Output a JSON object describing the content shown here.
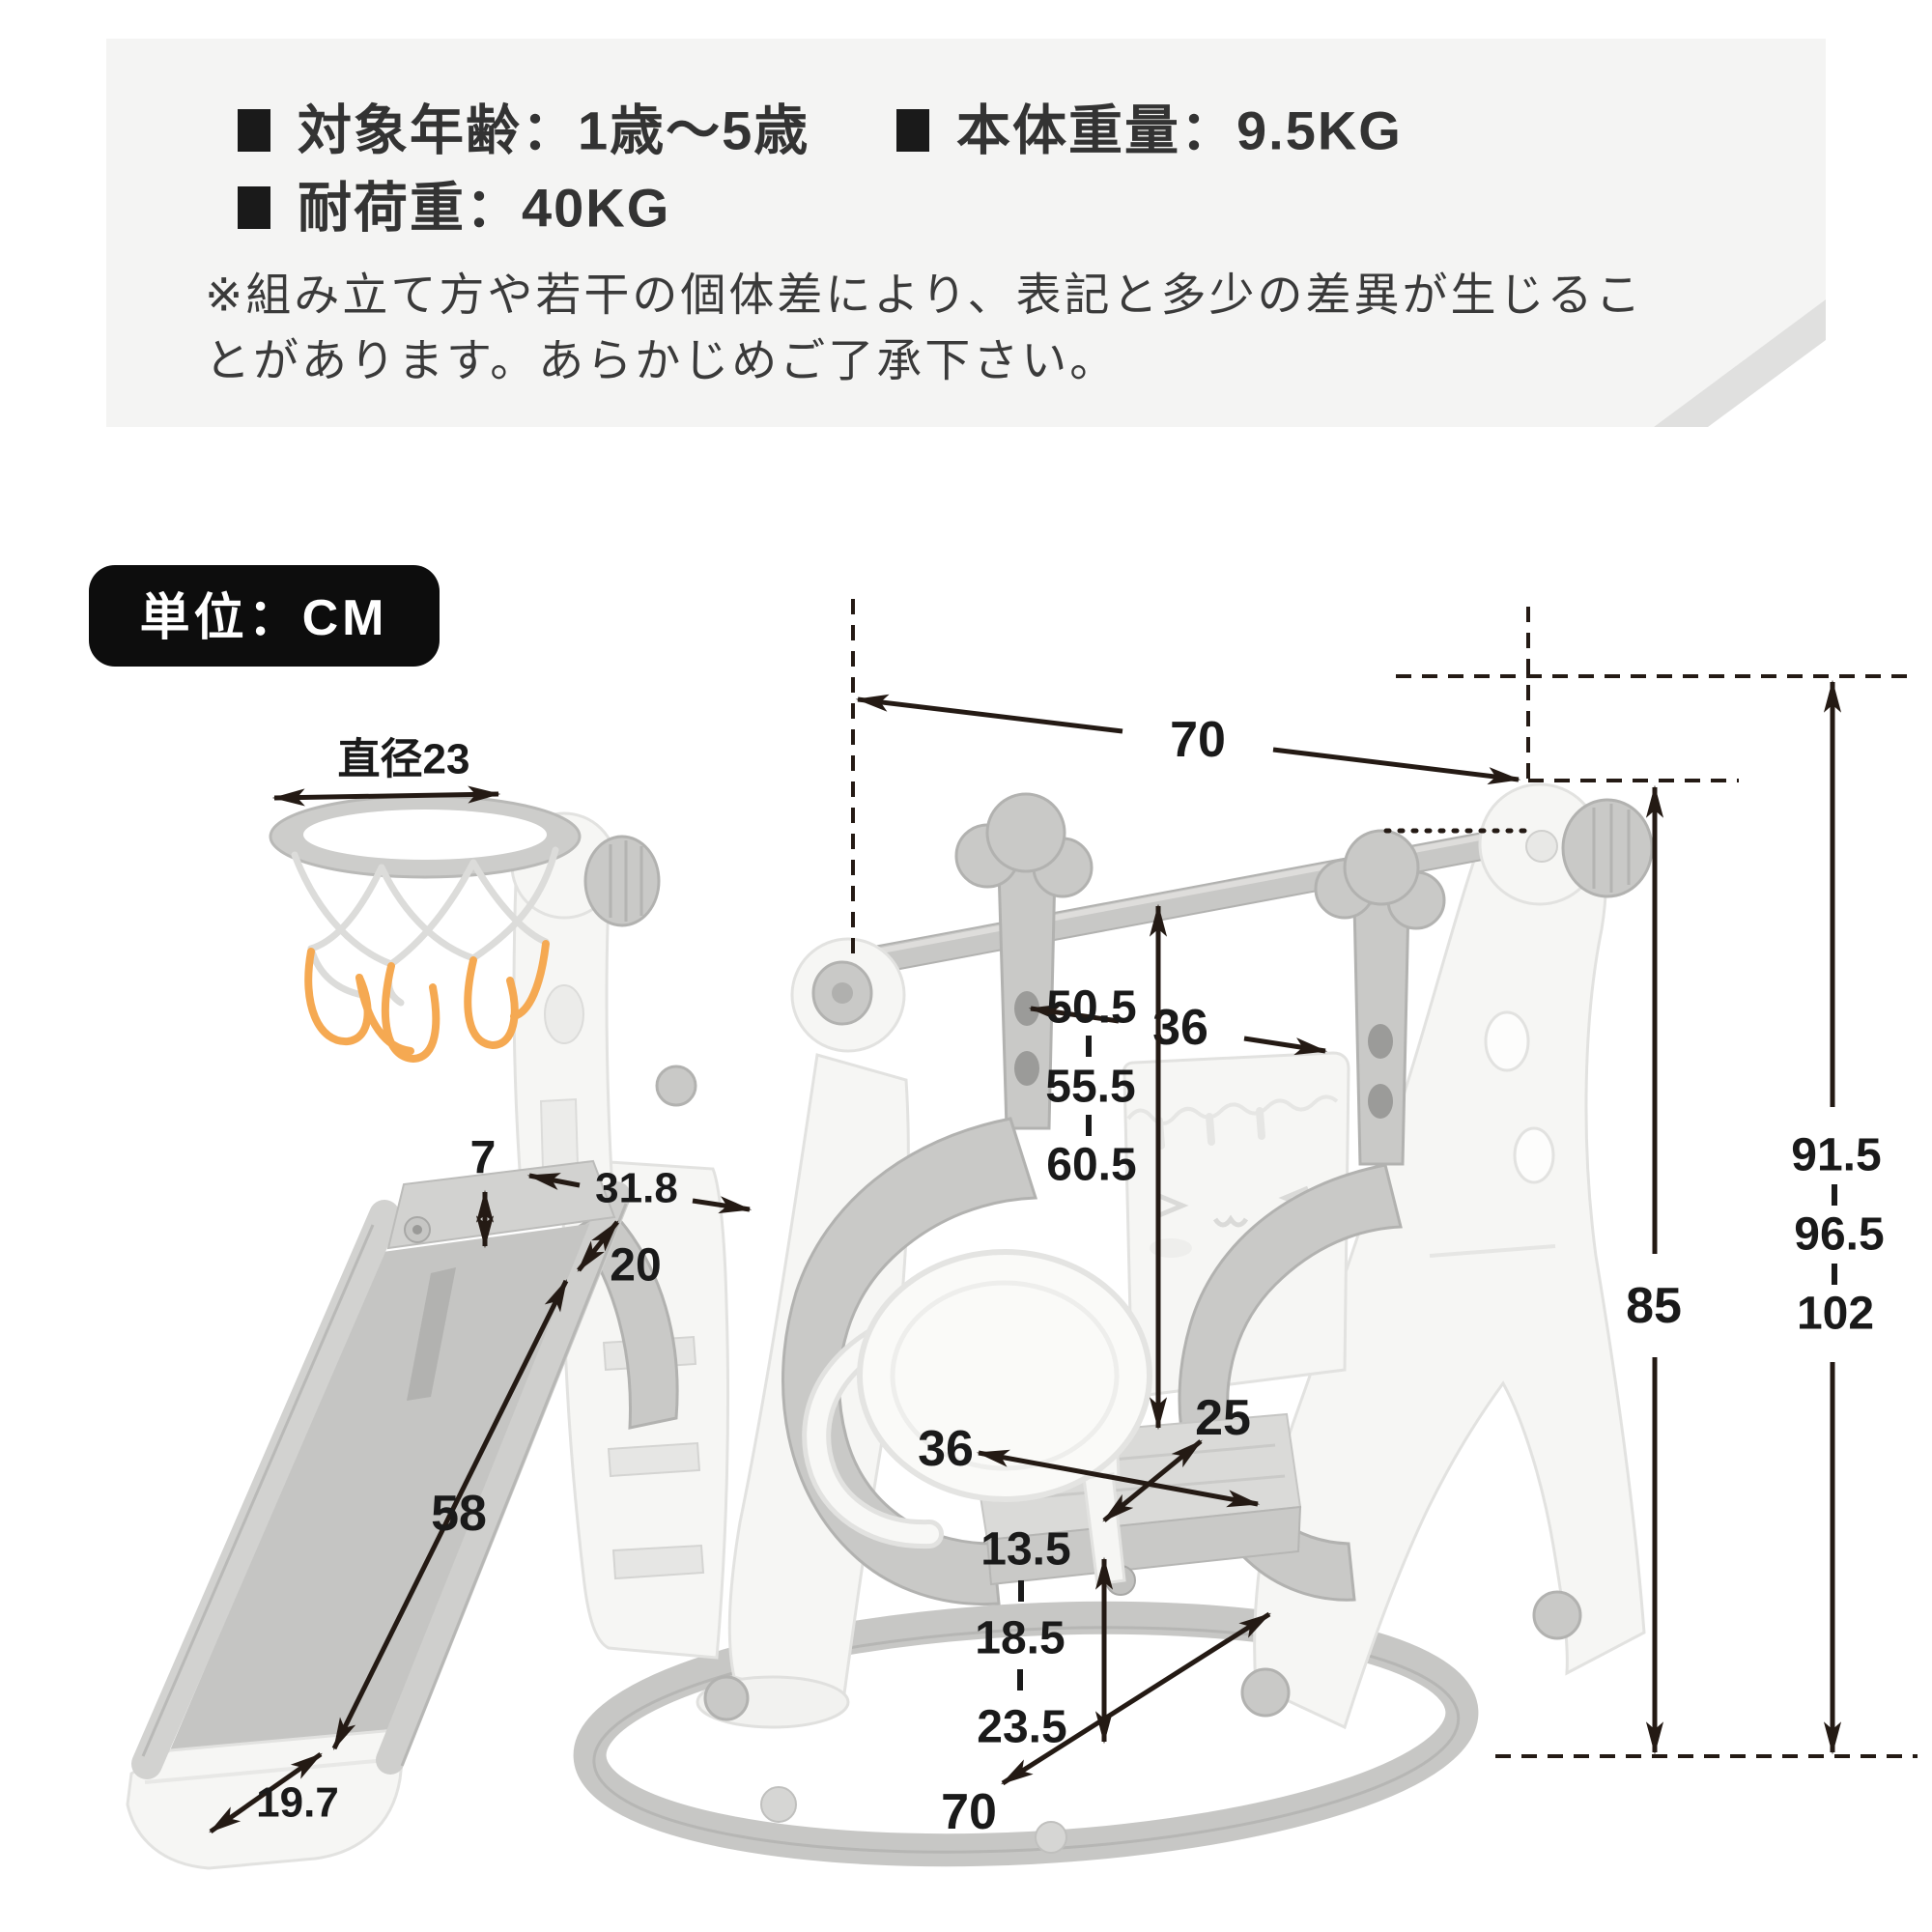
{
  "panel": {
    "items": [
      {
        "label": "対象年齢：1歳〜5歳"
      },
      {
        "label": "本体重量：9.5KG"
      },
      {
        "label": "耐荷重：40KG"
      }
    ],
    "note1": "※組み立て方や若干の個体差により、表記と多少の差異が生じるこ",
    "note2": "とがあります。あらかじめご了承下さい。"
  },
  "unit_badge": "単位：CM",
  "dims": {
    "hoop_diameter": "直径23",
    "frame_top_width": "70",
    "hanger_gap": "36",
    "bar_to_seat": [
      "50.5",
      "55.5",
      "60.5"
    ],
    "overall_height": [
      "91.5",
      "96.5",
      "102"
    ],
    "frame_height": "85",
    "rail_height": "7",
    "deck_width": "31.8",
    "slide_width": "20",
    "slide_length": "58",
    "slide_end_width": "19.7",
    "seat_width": "36",
    "seat_depth": "25",
    "seat_height": [
      "13.5",
      "18.5",
      "23.5"
    ],
    "base_length": "70"
  },
  "colors": {
    "accent_black": "#0d0d0d",
    "dimension_line": "#241a14",
    "plastic_white": "#f6f6f4",
    "plastic_gray": "#c9c9c7",
    "net_orange": "#f5a952",
    "panel_bg": "#f4f4f3"
  }
}
